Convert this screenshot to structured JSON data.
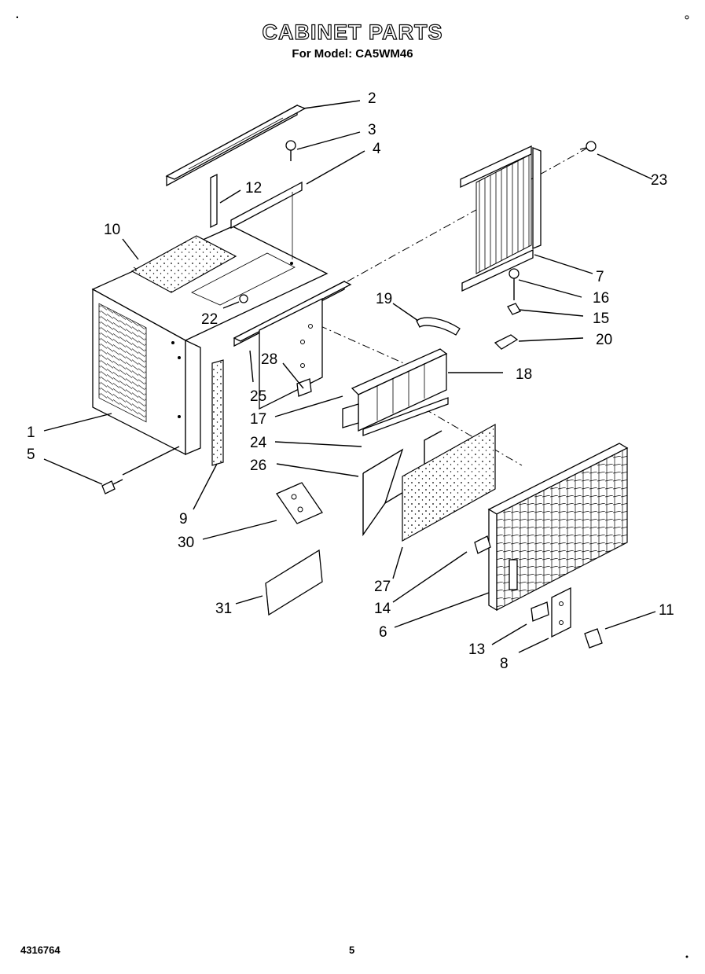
{
  "header": {
    "title": "CABINET PARTS",
    "subtitle": "For Model: CA5WM46"
  },
  "footer": {
    "doc_number": "4316764",
    "page_number": "5"
  },
  "callouts": {
    "c1": "1",
    "c2": "2",
    "c3": "3",
    "c4": "4",
    "c5": "5",
    "c6": "6",
    "c7": "7",
    "c8": "8",
    "c9": "9",
    "c10": "10",
    "c11": "11",
    "c12": "12",
    "c13": "13",
    "c14": "14",
    "c15": "15",
    "c16": "16",
    "c17": "17",
    "c18": "18",
    "c19": "19",
    "c20": "20",
    "c22": "22",
    "c23": "23",
    "c24": "24",
    "c25": "25",
    "c26": "26",
    "c27": "27",
    "c28": "28",
    "c30": "30",
    "c31": "31"
  }
}
